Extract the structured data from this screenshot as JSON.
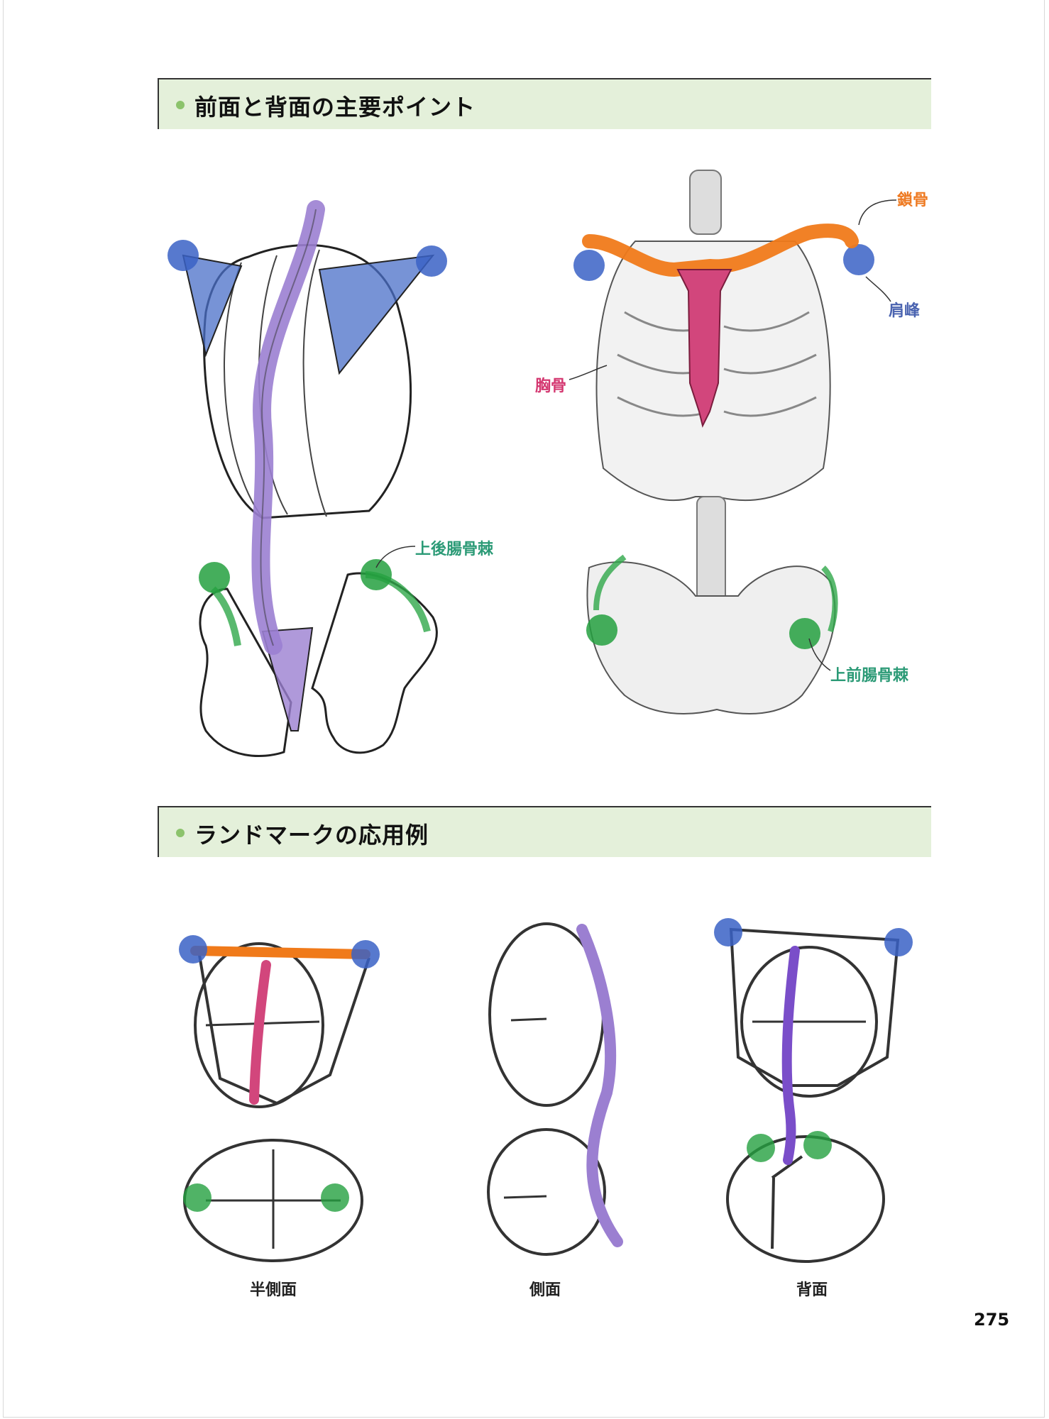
{
  "sections": [
    {
      "title": "前面と背面の主要ポイント"
    },
    {
      "title": "ランドマークの応用例"
    }
  ],
  "labels": {
    "clavicle": "鎖骨",
    "acromion": "肩峰",
    "sternum": "胸骨",
    "psis": "上後腸骨棘",
    "asis": "上前腸骨棘"
  },
  "captions": [
    "半側面",
    "側面",
    "背面"
  ],
  "page_number": "275",
  "colors": {
    "header_bg": "#e4f0da",
    "header_dot": "#8cc36c",
    "scapula_blue": "#4a6fc8",
    "spine_purple": "#9b7fd1",
    "clavicle_orange": "#f07a1a",
    "sternum_pink": "#d2467c",
    "ilium_green": "#2fa84a",
    "label_orange": "#ee7a22",
    "label_blue": "#4a63b0",
    "label_pink": "#d43770",
    "label_green": "#2b9a76"
  }
}
